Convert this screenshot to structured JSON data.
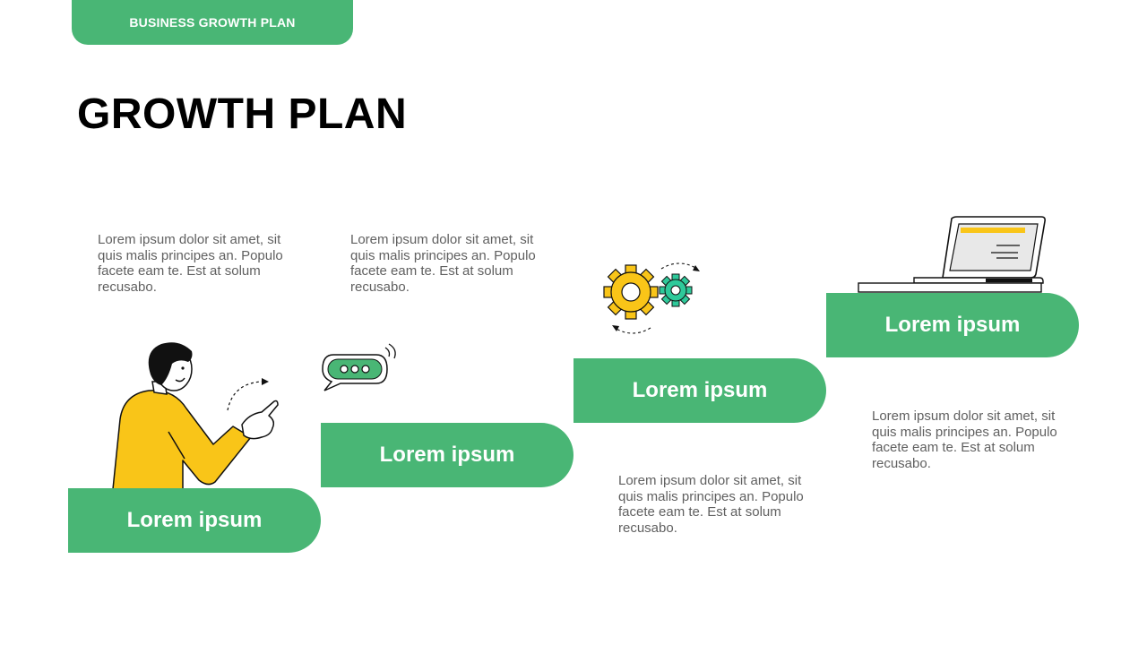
{
  "header": {
    "tab_label": "BUSINESS GROWTH PLAN"
  },
  "title": "GROWTH PLAN",
  "colors": {
    "accent_green": "#49b675",
    "accent_yellow": "#f9c518",
    "gear_teal": "#2ec99a"
  },
  "steps": [
    {
      "label": "Lorem ipsum",
      "description": "Lorem ipsum dolor sit amet, sit quis malis principes an. Populo facete eam te. Est at solum recusabo.",
      "icon": "person-pointing-illustration"
    },
    {
      "label": "Lorem ipsum",
      "description": "Lorem ipsum dolor sit amet, sit quis malis principes an. Populo facete eam te. Est at solum recusabo.",
      "icon": "chat-bubble-icon"
    },
    {
      "label": "Lorem ipsum",
      "description": "Lorem ipsum dolor sit amet, sit quis malis principes an. Populo facete eam te. Est at solum recusabo.",
      "icon": "gears-icon"
    },
    {
      "label": "Lorem ipsum",
      "description": "Lorem ipsum dolor sit amet, sit quis malis principes an. Populo facete eam te. Est at solum recusabo.",
      "icon": "laptop-icon"
    }
  ]
}
